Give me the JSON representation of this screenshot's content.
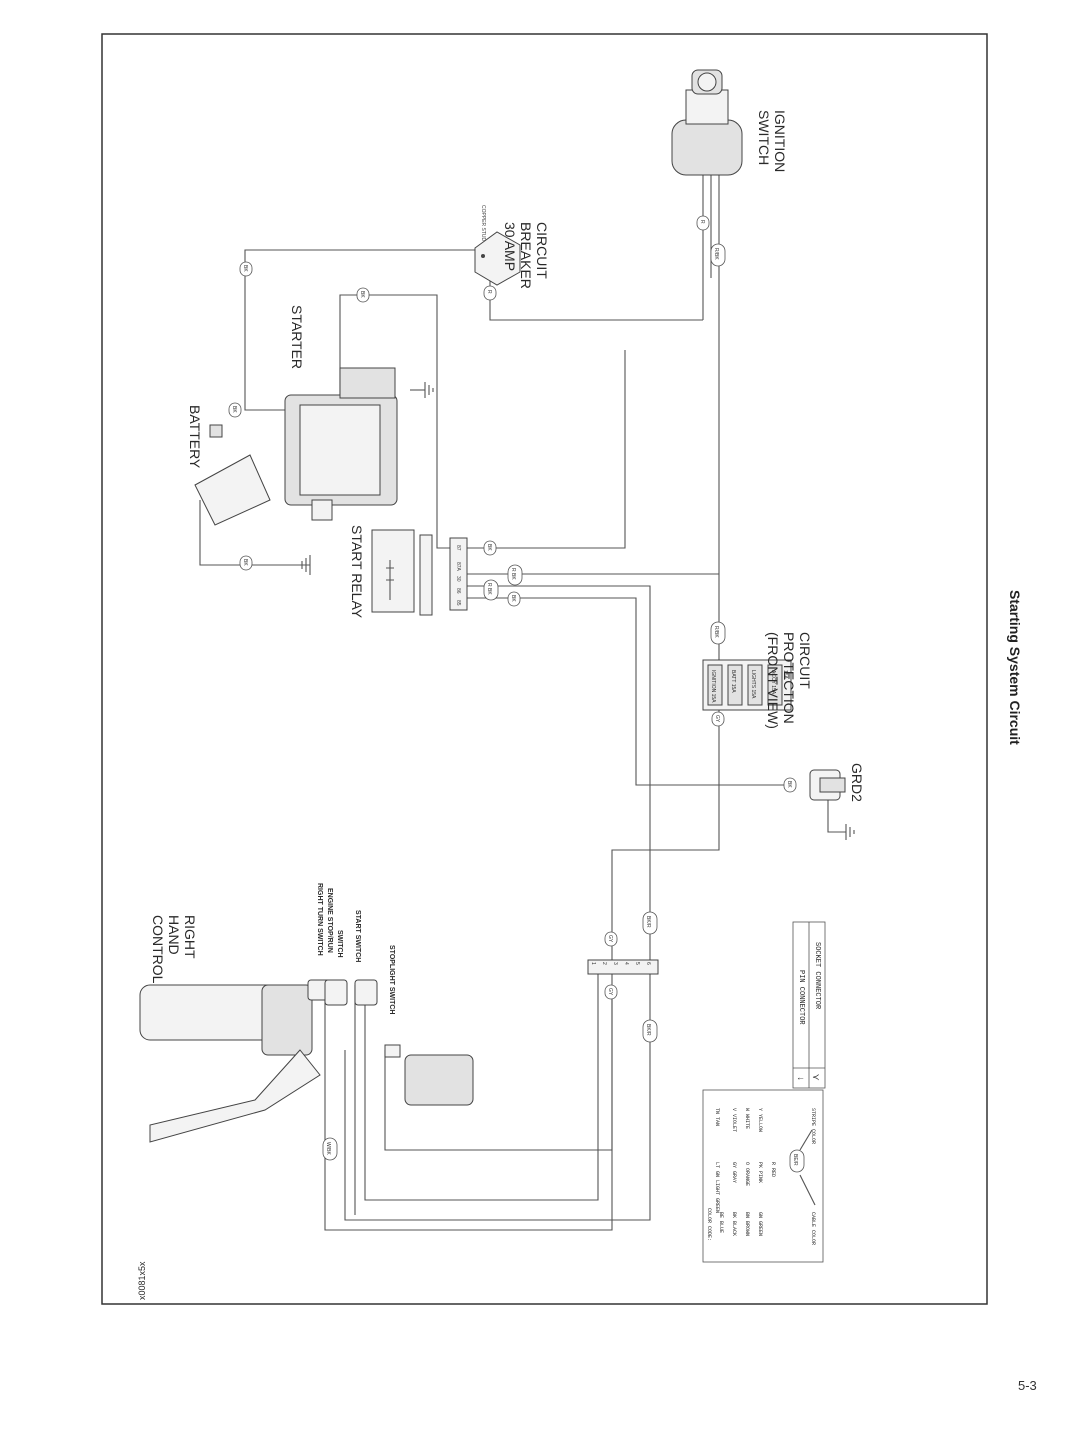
{
  "figure_id": "x0081x5x",
  "caption": "Starting System Circuit",
  "page_number": "5-3",
  "components": {
    "ignition_switch": [
      "IGNITION",
      "SWITCH"
    ],
    "circuit_breaker": [
      "CIRCUIT",
      "BREAKER",
      "30 AMP"
    ],
    "copper_stud": "COPPER STUD",
    "starter": "STARTER",
    "battery": "BATTERY",
    "start_relay": "START RELAY",
    "circuit_protection": [
      "CIRCUIT",
      "PROTECTION",
      "(FRONT VIEW)"
    ],
    "grd2": "GRD2",
    "right_hand_control": [
      "RIGHT",
      "HAND",
      "CONTROL"
    ]
  },
  "switch_labels": [
    "RIGHT TURN SWITCH",
    "ENGINE STOP/RUN",
    "SWITCH",
    "START SWITCH",
    "STOPLIGHT SWITCH"
  ],
  "relay_pins": [
    "85",
    "86",
    "30",
    "87A",
    "87"
  ],
  "fuse_labels": [
    "IGNITION 15A",
    "BATT 15A",
    "LIGHTS 15A",
    "ACCY 15A",
    "15A"
  ],
  "connector_pins": [
    "1",
    "2",
    "3",
    "4",
    "5",
    "6"
  ],
  "wire_tags": {
    "bk": "BK",
    "r": "R",
    "rbk": "R/BK",
    "gy": "GY",
    "bkr": "BK/R",
    "wbk": "W/BK",
    "rbk2": "R BK"
  },
  "connector_legend": {
    "pin": "PIN CONNECTOR",
    "socket": "SOCKET CONNECTOR"
  },
  "color_code": {
    "header": "COLOR CODE:",
    "cable_color": "CABLE COLOR",
    "stripe_color": "STRIPE COLOR",
    "entries": [
      {
        "code": "BE",
        "name": "BLUE"
      },
      {
        "code": "BK",
        "name": "BLACK"
      },
      {
        "code": "BN",
        "name": "BROWN"
      },
      {
        "code": "GN",
        "name": "GREEN"
      },
      {
        "code": "LT GN",
        "name": "LIGHT GREEN"
      },
      {
        "code": "GY",
        "name": "GRAY"
      },
      {
        "code": "O",
        "name": "ORANGE"
      },
      {
        "code": "PK",
        "name": "PINK"
      },
      {
        "code": "R",
        "name": "RED"
      },
      {
        "code": "TN",
        "name": "TAN"
      },
      {
        "code": "V",
        "name": "VIOLET"
      },
      {
        "code": "W",
        "name": "WHITE"
      },
      {
        "code": "Y",
        "name": "YELLOW"
      }
    ],
    "example": "BE/R"
  }
}
